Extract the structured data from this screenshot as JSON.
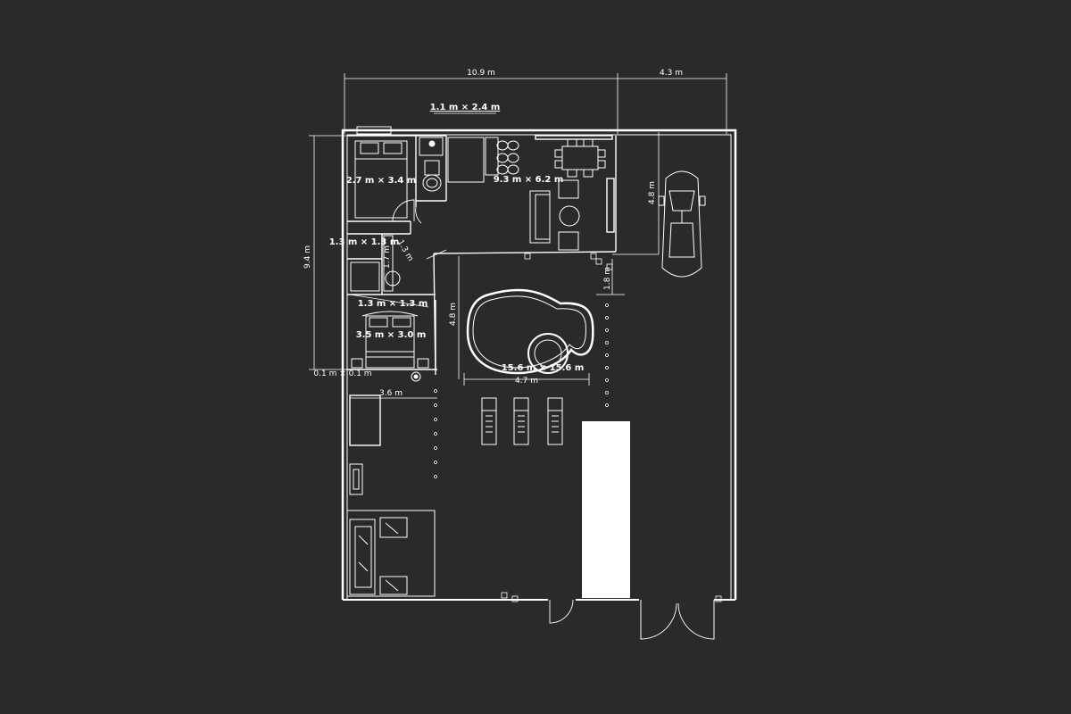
{
  "colors": {
    "background": "#2a2a2a",
    "line": "#ffffff",
    "walkway": "#ffffff"
  },
  "dimensions": {
    "overall_width": "10.9 m",
    "garage_width": "4.3 m",
    "overall_depth": "9.4 m",
    "car_length": "4.8 m",
    "gap": "1.8 m",
    "pool_depth": "4.8 m",
    "pool_width": "4.7 m",
    "bottom_wing": "3.6 m",
    "hall": "1.3 m",
    "closet": "1.7 m"
  },
  "rooms": {
    "bathroom": "1.1 m × 2.4 m",
    "bedroom_1": "2.7 m × 3.4 m",
    "living_dining": "9.3 m × 6.2 m",
    "closet_1": "1.3 m × 1.3 m",
    "closet_2": "1.3 m × 1.3 m",
    "bedroom_2": "3.5 m × 3.0 m",
    "wall": "0.1 m × 0.1 m",
    "yard": "15.6 m × 15.6 m"
  },
  "icons": [
    "car-icon",
    "bed-icon",
    "sofa-icon",
    "dining-table-icon",
    "toilet-icon",
    "sink-icon",
    "shower-icon",
    "armchair-icon",
    "sunlounger-icon",
    "hot-tub-icon",
    "door-swing-icon"
  ]
}
